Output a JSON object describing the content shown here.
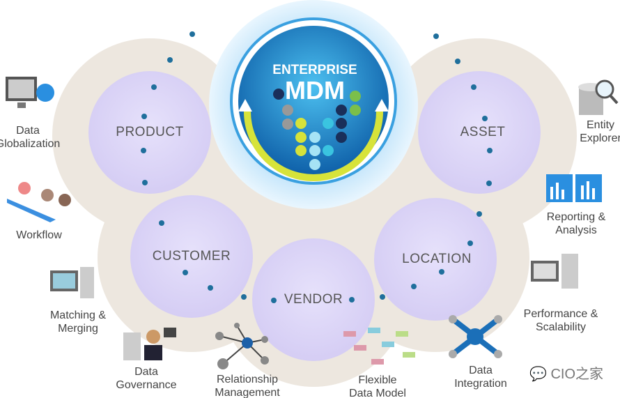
{
  "center": {
    "line1": "ENTERPRISE",
    "line2": "MDM"
  },
  "segments": [
    "PRODUCT",
    "ASSET",
    "CUSTOMER",
    "VENDOR",
    "LOCATION"
  ],
  "features": {
    "data_globalization": [
      "Data",
      "Globalization"
    ],
    "workflow": [
      "Workflow"
    ],
    "matching": [
      "Matching &",
      "Merging"
    ],
    "governance": [
      "Data",
      "Governance"
    ],
    "relationship": [
      "Relationship",
      "Management"
    ],
    "flexible": [
      "Flexible",
      "Data Model"
    ],
    "integration": [
      "Data",
      "Integration"
    ],
    "performance": [
      "Performance &",
      "Scalability"
    ],
    "reporting": [
      "Reporting &",
      "Analysis"
    ],
    "entity": [
      "Entity",
      "Explorer"
    ]
  },
  "watermark": "CIO之家",
  "colors": {
    "beige": "#ede7df",
    "lavender": "#dcd6f7",
    "dot": "#1f6f9c",
    "blue": "#1b8ad4",
    "halo": "#cfe9fb"
  }
}
